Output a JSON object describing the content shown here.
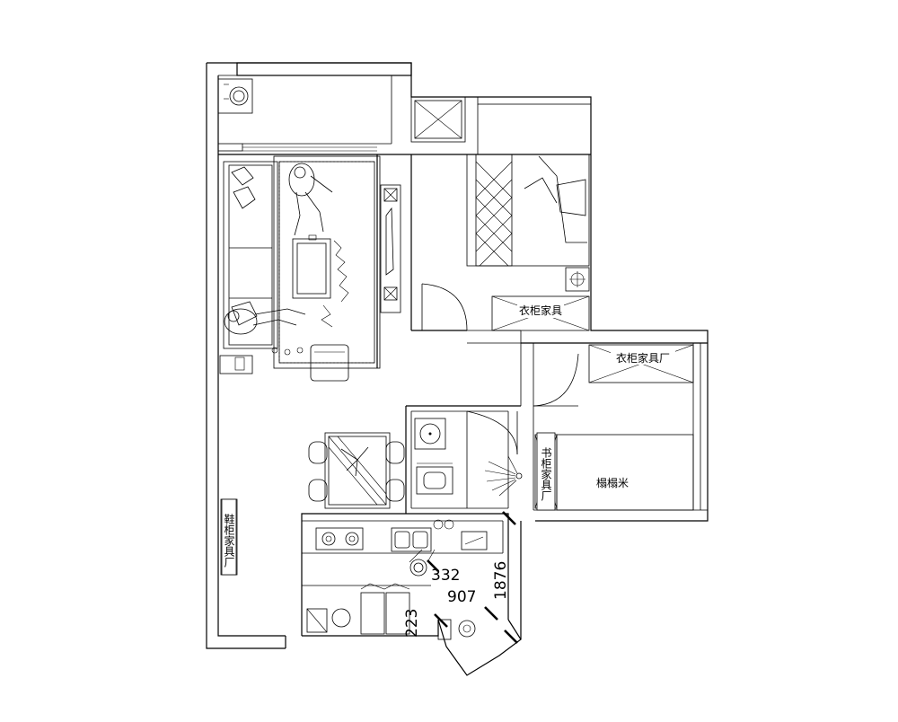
{
  "labels": {
    "wardrobe_main": "衣柜家具",
    "wardrobe_second": "衣柜家具厂",
    "bookcase": "书柜家具厂",
    "tatami": "榻榻米",
    "shoe_cabinet": "鞋柜家具厂"
  },
  "dimensions": {
    "d332": "332",
    "d907": "907",
    "d1876": "1876",
    "d223": "223"
  }
}
